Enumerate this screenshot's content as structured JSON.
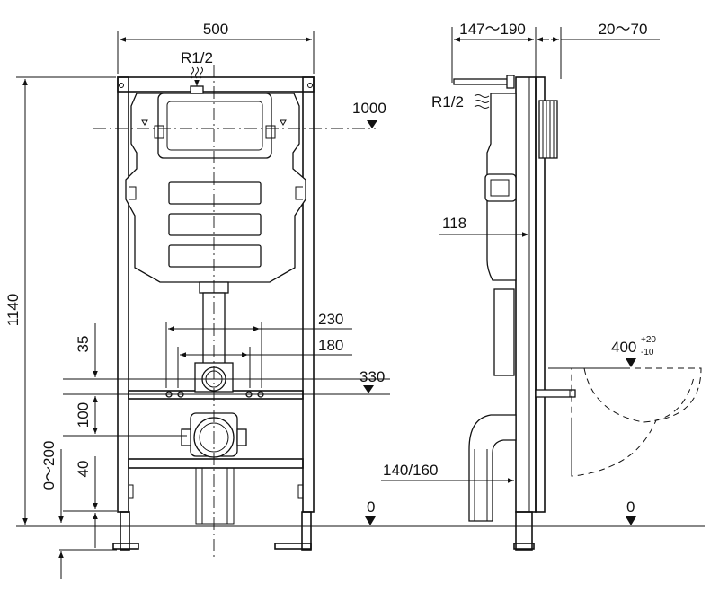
{
  "front_view": {
    "width_label": "500",
    "height_label": "1140",
    "inlet_label": "R1/2",
    "label_1000": "1000",
    "label_230": "230",
    "label_180": "180",
    "label_330": "330",
    "label_35": "35",
    "label_100": "100",
    "label_40": "40",
    "label_0_200": "0～200",
    "floor_label": "0"
  },
  "side_view": {
    "depth_label": "147～190",
    "wall_label": "20～70",
    "inlet_label": "R1/2",
    "label_118": "118",
    "pipe_label": "140/160",
    "bowl_label": "400",
    "bowl_tol_upper": "+20",
    "bowl_tol_lower": "-10",
    "floor_label": "0"
  }
}
